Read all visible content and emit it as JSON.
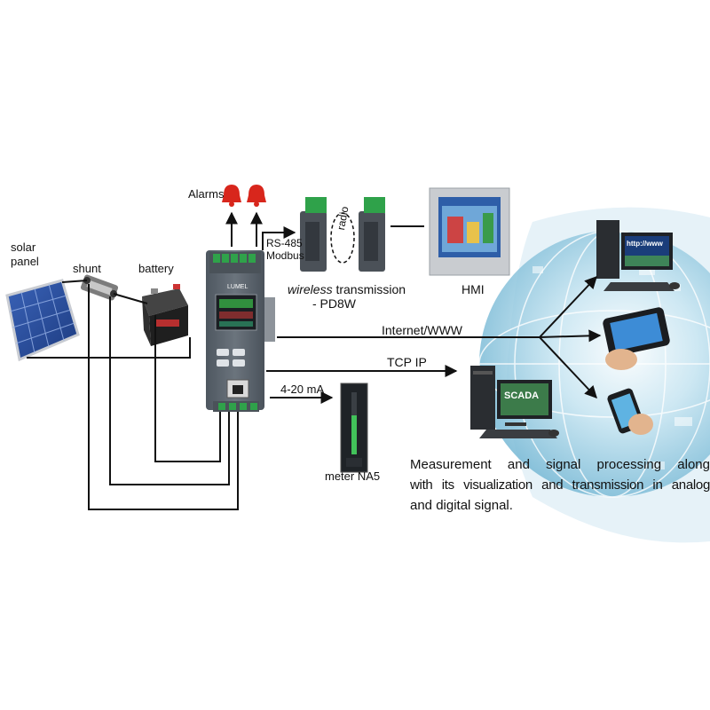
{
  "labels": {
    "solar_panel_1": "solar",
    "solar_panel_2": "panel",
    "shunt": "shunt",
    "battery": "battery",
    "alarms": "Alarms",
    "rs485_1": "RS-485",
    "rs485_2": "Modbus",
    "radio": "radio",
    "wireless_italic": "wireless",
    "wireless_rest": " transmission",
    "pd8w": "- PD8W",
    "hmi": "HMI",
    "internet": "Internet/WWW",
    "tcpip": "TCP IP",
    "ma": "4-20 mA",
    "meter": "meter NA5",
    "scada": "SCADA",
    "device_brand": "LUMEL",
    "http_screen": "http://www",
    "description": [
      "Measurement and signal processing along",
      "with its visualization and transmission in analog",
      "and digital signal."
    ]
  },
  "colors": {
    "line": "#111111",
    "alarm": "#d8261c",
    "device_body": "#5d6670",
    "terminal": "#2fa24a",
    "globe": "#9fd0e6"
  }
}
